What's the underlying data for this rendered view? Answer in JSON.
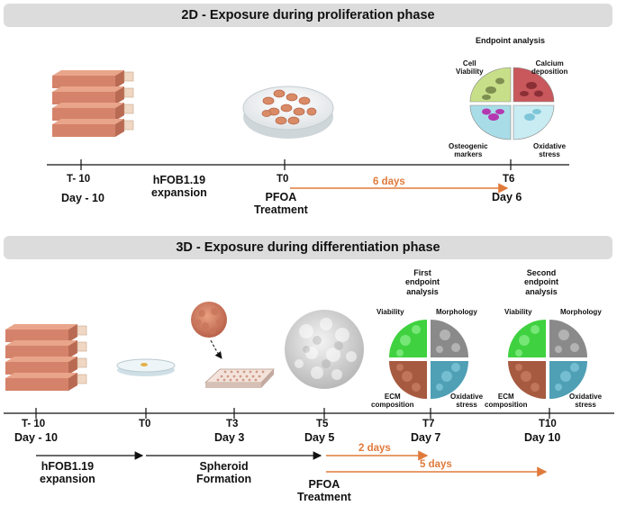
{
  "section1": {
    "title": "2D - Exposure during proliferation phase",
    "endpoint_title": "Endpoint analysis",
    "quadrants": {
      "cell_viability": "Cell\nViability",
      "calcium_deposition": "Calcium\ndeposition",
      "osteogenic_markers": "Osteogenic\nmarkers",
      "oxidative_stress": "Oxidative\nstress"
    },
    "timeline": {
      "t_minus10": "T- 10",
      "day_minus10": "Day - 10",
      "expansion": "hFOB1.19\nexpansion",
      "t0": "T0",
      "treatment": "PFOA\nTreatment",
      "duration": "6 days",
      "t6": "T6",
      "day6": "Day 6"
    }
  },
  "section2": {
    "title": "3D - Exposure during differentiation phase",
    "first_endpoint": "First\nendpoint\nanalysis",
    "second_endpoint": "Second\nendpoint\nanalysis",
    "quadrants1": {
      "viability": "Viability",
      "morphology": "Morphology",
      "ecm": "ECM\ncomposition",
      "oxidative": "Oxidative\nstress"
    },
    "quadrants2": {
      "viability": "Viability",
      "morphology": "Morphology",
      "ecm": "ECM\ncomposition",
      "oxidative": "Oxidative\nstress"
    },
    "timeline": {
      "t_minus10": "T- 10",
      "day_minus10": "Day - 10",
      "t0": "T0",
      "t3": "T3",
      "day3": "Day 3",
      "t5": "T5",
      "day5": "Day 5",
      "t7": "T7",
      "day7": "Day 7",
      "t10": "T10",
      "day10": "Day 10",
      "expansion": "hFOB1.19\nexpansion",
      "spheroid": "Spheroid\nFormation",
      "treatment": "PFOA\nTreatment",
      "duration1": "2 days",
      "duration2": "5 days"
    }
  },
  "colors": {
    "orange": "#e07a3a",
    "band": "#dcdcdc",
    "flask": "#d4836a",
    "viability_green": "#3fd13f",
    "ecm_brown": "#a65a3f",
    "oxidative_blue": "#4f9fb5",
    "calcium_red": "#c8585c",
    "osteo_blue": "#a8dde8",
    "viability_yellow": "#c8df8a"
  }
}
